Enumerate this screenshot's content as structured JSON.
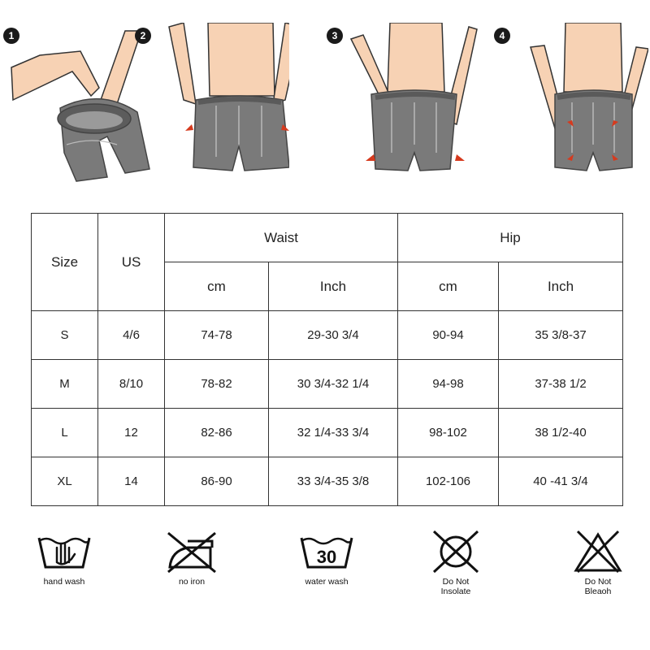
{
  "steps": [
    {
      "number": "1"
    },
    {
      "number": "2"
    },
    {
      "number": "3"
    },
    {
      "number": "4"
    }
  ],
  "size_table": {
    "headers": {
      "size": "Size",
      "us": "US",
      "waist": "Waist",
      "hip": "Hip",
      "waist_cm": "cm",
      "waist_inch": "Inch",
      "hip_cm": "cm",
      "hip_inch": "Inch"
    },
    "rows": [
      {
        "size": "S",
        "us": "4/6",
        "waist_cm": "74-78",
        "waist_inch": "29-30 3/4",
        "hip_cm": "90-94",
        "hip_inch": "35 3/8-37"
      },
      {
        "size": "M",
        "us": "8/10",
        "waist_cm": "78-82",
        "waist_inch": "30 3/4-32 1/4",
        "hip_cm": "94-98",
        "hip_inch": "37-38 1/2"
      },
      {
        "size": "L",
        "us": "12",
        "waist_cm": "82-86",
        "waist_inch": "32 1/4-33 3/4",
        "hip_cm": "98-102",
        "hip_inch": "38 1/2-40"
      },
      {
        "size": "XL",
        "us": "14",
        "waist_cm": "86-90",
        "waist_inch": "33 3/4-35 3/8",
        "hip_cm": "102-106",
        "hip_inch": "40 -41 3/4"
      }
    ]
  },
  "care": [
    {
      "icon": "hand-wash-icon",
      "label": "hand wash"
    },
    {
      "icon": "no-iron-icon",
      "label": "no iron"
    },
    {
      "icon": "water-wash-icon",
      "label": "water wash",
      "temperature": "30"
    },
    {
      "icon": "do-not-insolate-icon",
      "label_line1": "Do Not",
      "label_line2": "Insolate"
    },
    {
      "icon": "do-not-bleach-icon",
      "label_line1": "Do Not",
      "label_line2": "Bleaoh"
    }
  ],
  "colors": {
    "garment": "#7a7a7a",
    "skin": "#f7d2b4",
    "arrow": "#d63a1e",
    "border": "#333333"
  }
}
